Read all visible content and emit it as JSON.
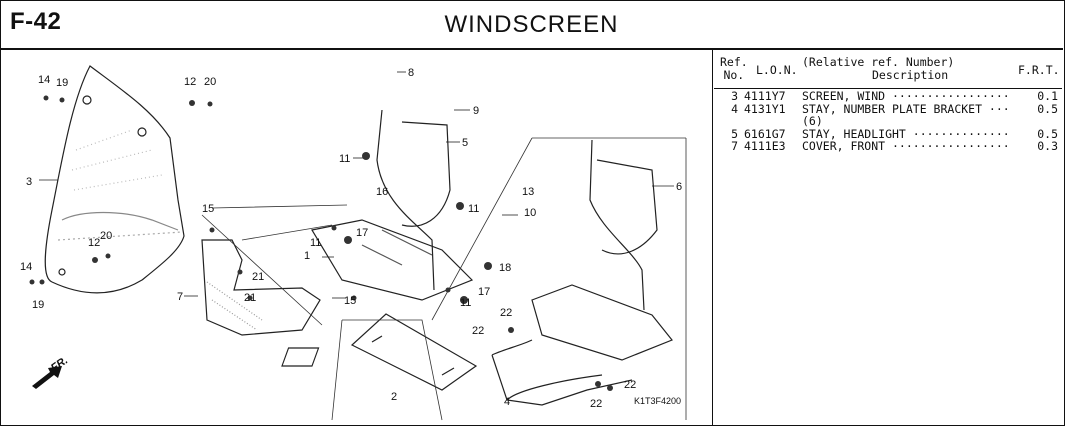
{
  "header": {
    "page_code": "F-42",
    "title": "WINDSCREEN"
  },
  "table": {
    "col_ref": [
      "Ref.",
      "No."
    ],
    "col_lon": "L.O.N.",
    "col_desc": [
      "(Relative ref. Number)",
      "Description"
    ],
    "col_frt": "F.R.T.",
    "rows": [
      {
        "ref": "3",
        "lon": "4111Y7",
        "desc": "SCREEN, WIND ··················",
        "frt": "0.1"
      },
      {
        "ref": "4",
        "lon": "4131Y1",
        "desc": "STAY, NUMBER PLATE BRACKET ···",
        "frt": "0.5",
        "cont": "(6)"
      },
      {
        "ref": "5",
        "lon": "6161G7",
        "desc": "STAY, HEADLIGHT ··············",
        "frt": "0.5"
      },
      {
        "ref": "7",
        "lon": "4111E3",
        "desc": "COVER, FRONT ·················",
        "frt": "0.3"
      }
    ]
  },
  "diagram": {
    "code": "K1T3F4200",
    "front_label": "FR.",
    "callouts": [
      "14",
      "19",
      "12",
      "20",
      "8",
      "9",
      "5",
      "6",
      "11",
      "16",
      "13",
      "10",
      "17",
      "18",
      "15",
      "21",
      "1",
      "7",
      "3",
      "2",
      "4",
      "22"
    ]
  }
}
